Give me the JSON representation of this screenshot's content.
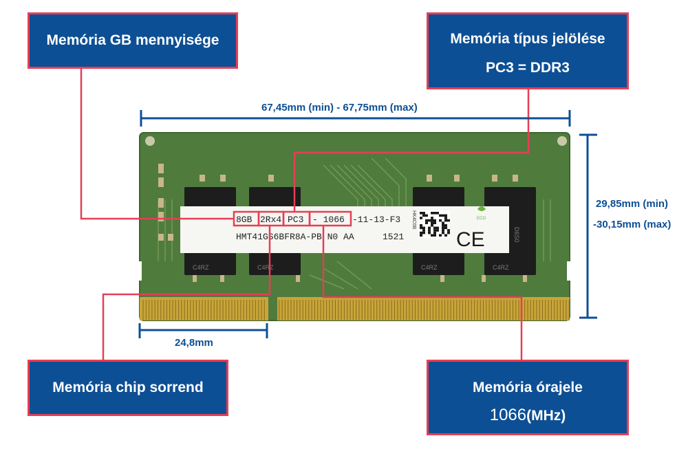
{
  "callouts": {
    "gb": {
      "label": "Memória GB mennyisége"
    },
    "type": {
      "label": "Memória típus jelölése",
      "sub": "PC3 = DDR3"
    },
    "chip": {
      "label": "Memória chip sorrend"
    },
    "clock": {
      "label": "Memória órajele",
      "value": "1066",
      "unit": "(MHz)"
    }
  },
  "dimensions": {
    "width": "67,45mm (min) - 67,75mm (max)",
    "height_min": "29,85mm (min)",
    "height_max": "-30,15mm (max)",
    "notch": "24,8mm"
  },
  "sticker": {
    "line1": [
      "8GB",
      "2Rx4",
      "PC3",
      "- 1066",
      "-11-13-F3"
    ],
    "line2": "HMT41GS6BFR8A-PB N0 AA",
    "line2_code": "1521",
    "ce_mark": "CE",
    "eco_label": "ECO",
    "side_code": "HK4C0B"
  },
  "chips": {
    "label": "C4RZ",
    "right_label": "D6S0"
  },
  "colors": {
    "callout_fill": "#0d4f94",
    "callout_border": "#e63e55",
    "pcb": "#4d7a3c",
    "gold": "#c8a33a",
    "dimension": "#0d4f94"
  }
}
